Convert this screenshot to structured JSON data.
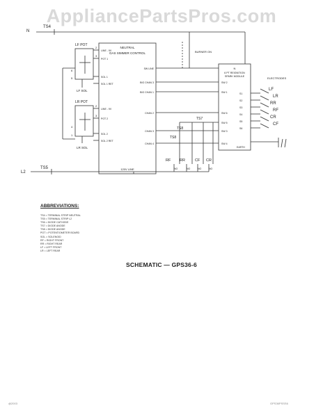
{
  "watermark": "AppliancePartsPros.com",
  "rails": {
    "top_label": "N",
    "bottom_label": "L2",
    "ts4": "TS4",
    "ts5": "TS5"
  },
  "left_pots": [
    {
      "pot": "LF POT",
      "sol": "LF SOL"
    },
    {
      "pot": "LR POT",
      "sol": "LR SOL"
    }
  ],
  "pot_pins": {
    "top": [
      "2",
      "3",
      "6",
      "5"
    ],
    "bottom": [
      "2",
      "3",
      "4",
      "1"
    ]
  },
  "control": {
    "title1": "NEUTRAL",
    "title2": "GAS SIMMER CONTROL",
    "left_pins": [
      "LINE - 9V",
      "POT 1",
      "SOL 1",
      "SOL 1 RET",
      "LINE - 9V",
      "POT 2",
      "SOL 2",
      "SOL 2 RET"
    ],
    "right_pins": [
      "SW LINE",
      "BIG CHAN 3",
      "BIG CHAN 1",
      "CHAN 2",
      "CHAN 3",
      "CHAN 4"
    ],
    "bottom": "120V LINE"
  },
  "burner_on": "BURNER ON",
  "module": {
    "title_n": "N",
    "title1": "6 PT REIGNITION",
    "title2": "SPARK MODULE",
    "left_pins": [
      "SW 2",
      "SW 1",
      "SW 6",
      "SW 5",
      "SW 3",
      "SW 4"
    ],
    "bottom": "EARTH",
    "electrodes_label": "ELECTRODES",
    "electrode_pins": [
      "S1",
      "S2",
      "S3",
      "S4",
      "S5",
      "S6"
    ]
  },
  "electrodes": [
    "LF",
    "LR",
    "RR",
    "RF",
    "CR",
    "CF"
  ],
  "terminals": {
    "ts7": "TS7",
    "ts8a": "TS8",
    "ts8b": "TS8"
  },
  "switches": [
    "RF",
    "RR",
    "CF",
    "CR"
  ],
  "switch_no": [
    "NO",
    "NO",
    "NO",
    "NO"
  ],
  "abbreviations": {
    "title": "ABBREVIATIONS:",
    "lines": [
      "TS4 = TERMINAL STRIP NEUTRAL",
      "TS5 = TERMINAL STRIP L2",
      "TS6 = DIODE CATHODE",
      "TS7 = DIODE ANODE",
      "TS8 = DIODE ANODE",
      "POT = POTENTIOMETER BOARD",
      "SOL = SOLENOID",
      "RF = RIGHT FRONT",
      "RR = RIGHT REAR",
      "LF = LEFT FRONT",
      "LR = LEFT REAR"
    ]
  },
  "caption": "SCHEMATIC — GPS36-6",
  "footer_left": "@2003",
  "footer_right": "GPS36PSSS6"
}
